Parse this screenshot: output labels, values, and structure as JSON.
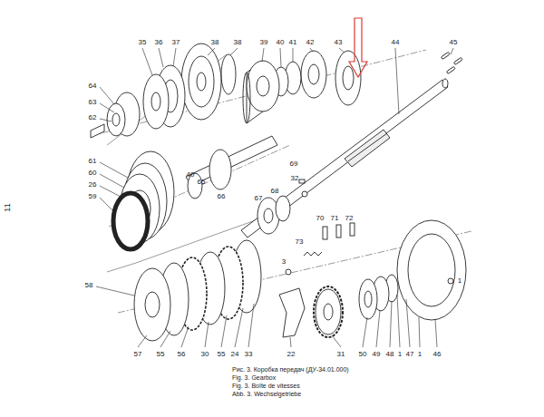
{
  "diagram": {
    "labels": [
      "35",
      "36",
      "37",
      "38",
      "38",
      "39",
      "40",
      "41",
      "42",
      "43",
      "44",
      "45",
      "64",
      "63",
      "62",
      "61",
      "60",
      "26",
      "59",
      "40",
      "65",
      "66",
      "67",
      "68",
      "69",
      "32",
      "70",
      "71",
      "72",
      "73",
      "3",
      "58",
      "57",
      "55",
      "56",
      "30",
      "55",
      "24",
      "33",
      "22",
      "31",
      "50",
      "49",
      "48",
      "1",
      "47",
      "1",
      "46",
      "1",
      "11",
      "Рис. 3. Коробка передач (ДУ-34.01.000)",
      "Fig. 3. Gearbox",
      "Fig. 3. Boîte de vitesses",
      "Abb. 3. Wechselgetriebe"
    ]
  }
}
